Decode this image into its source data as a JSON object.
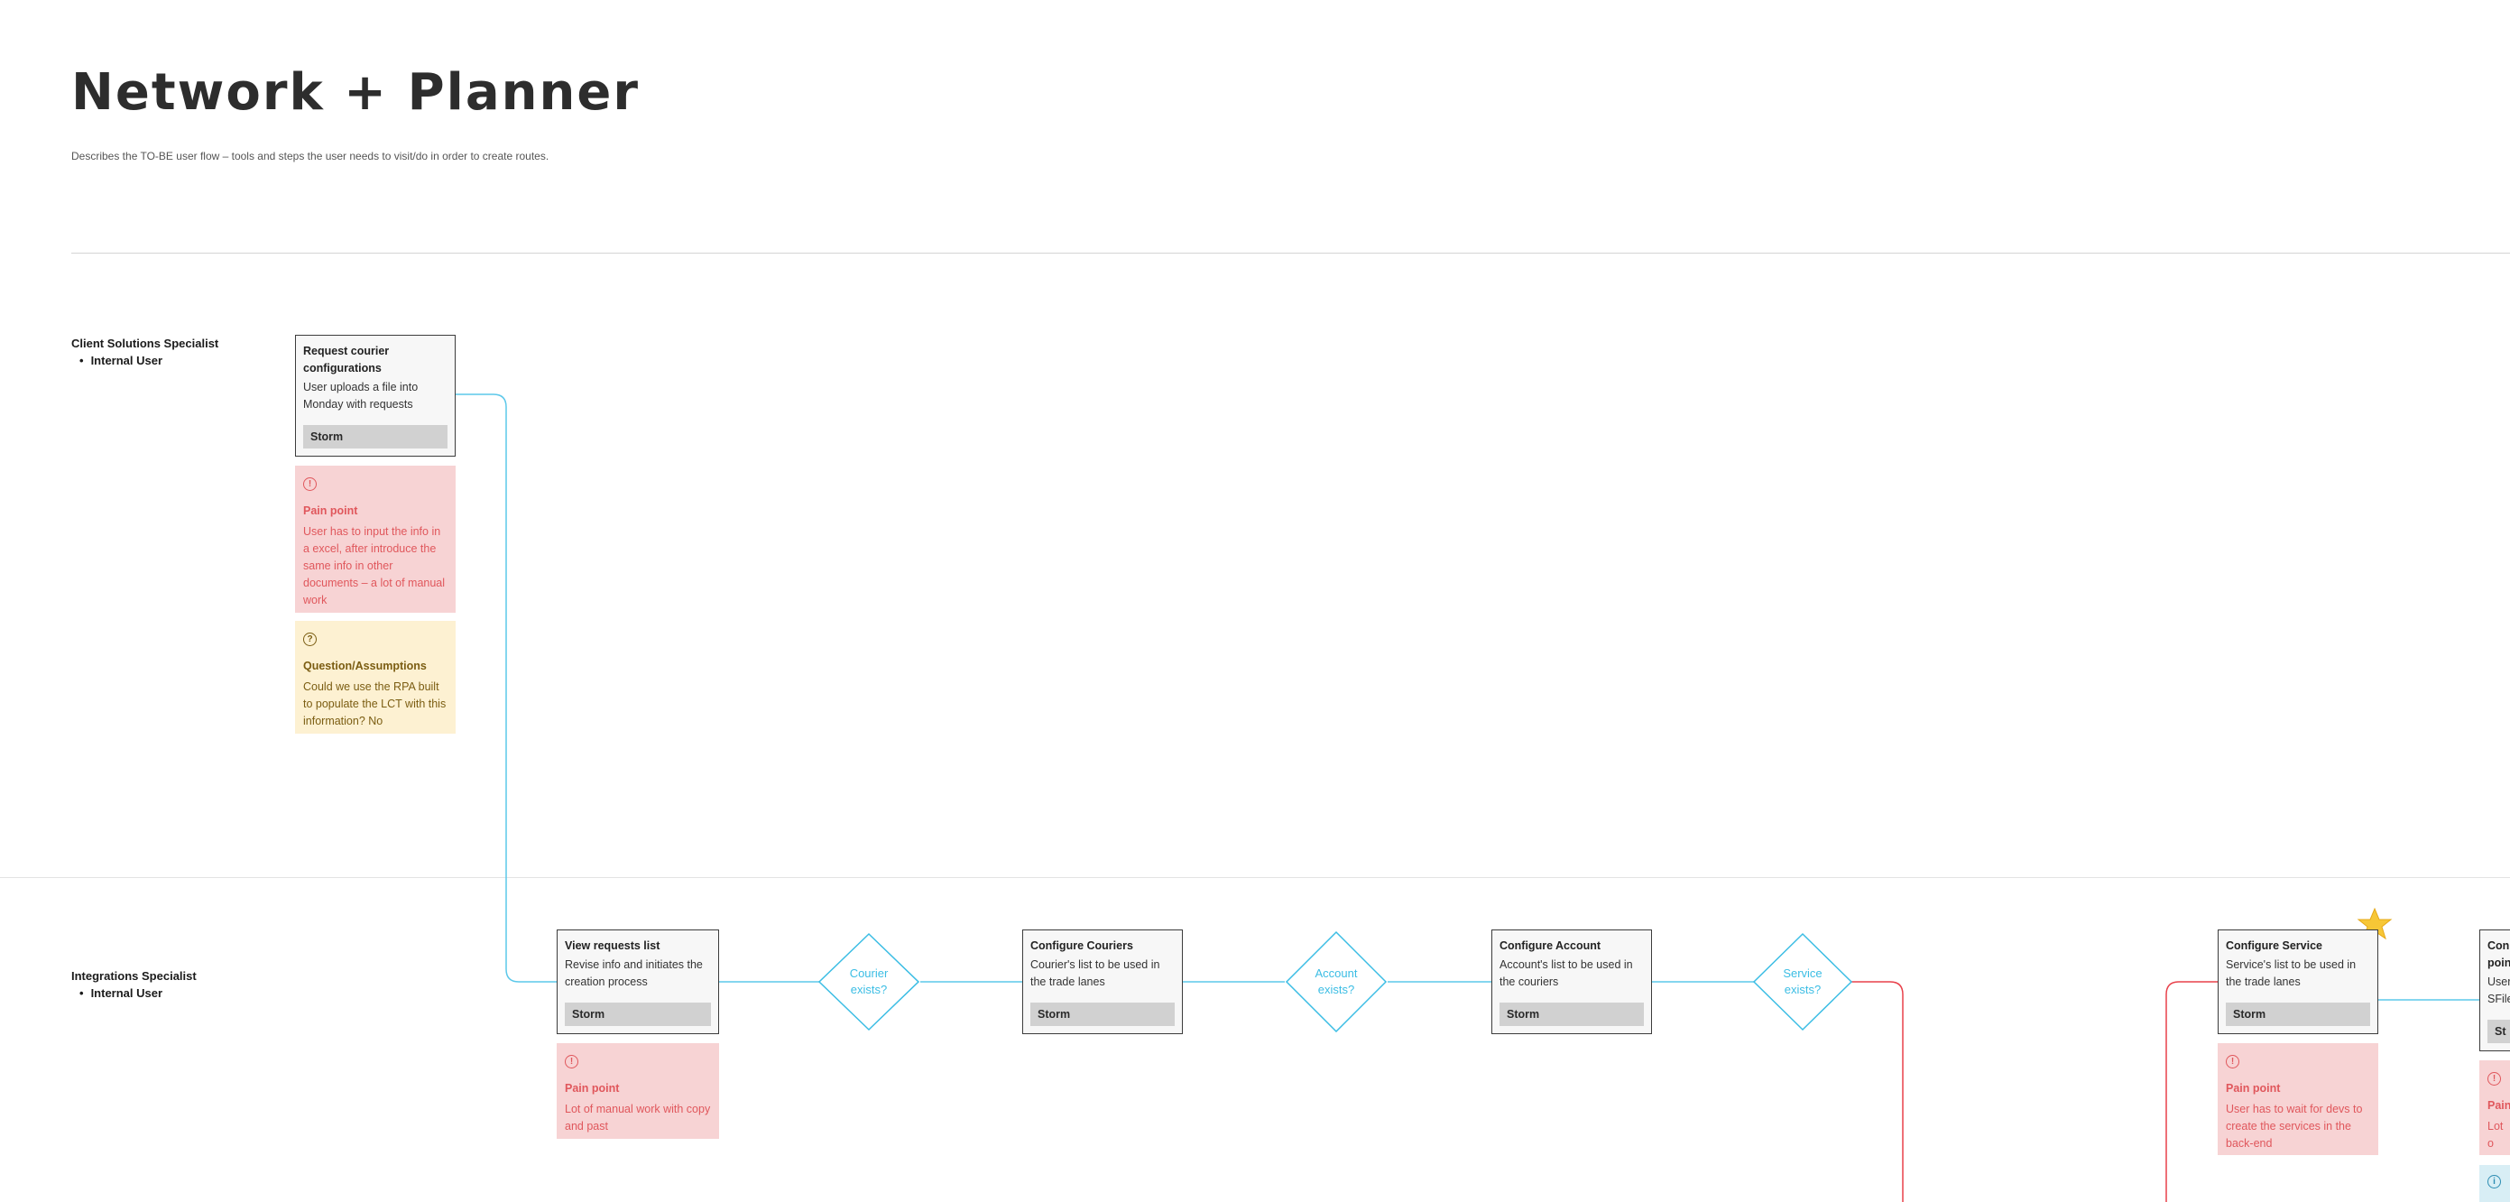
{
  "header": {
    "title": "Network + Planner",
    "description": "Describes the TO-BE user flow – tools and steps the user needs to visit/do in order to create routes."
  },
  "lanes": [
    {
      "role": "Client Solutions Specialist",
      "type": "Internal User"
    },
    {
      "role": "Integrations Specialist",
      "type": "Internal User"
    }
  ],
  "steps": {
    "request": {
      "title": "Request courier configurations",
      "desc": "User uploads a file into Monday with requests",
      "tool": "Storm"
    },
    "view": {
      "title": "View requests list",
      "desc": "Revise info and initiates the creation process",
      "tool": "Storm"
    },
    "couriers": {
      "title": "Configure Couriers",
      "desc": "Courier's list to be used in the trade lanes",
      "tool": "Storm"
    },
    "account": {
      "title": "Configure Account",
      "desc": "Account's list to be used in the couriers",
      "tool": "Storm"
    },
    "service": {
      "title": "Configure Service",
      "desc": "Service's list to be used in the trade lanes",
      "tool": "Storm"
    },
    "partial": {
      "title": "Con poin",
      "desc": "User SFile",
      "tool": "St"
    }
  },
  "decisions": {
    "courier": {
      "line1": "Courier",
      "line2": "exists?"
    },
    "account": {
      "line1": "Account",
      "line2": "exists?"
    },
    "service": {
      "line1": "Service",
      "line2": "exists?"
    }
  },
  "pains": {
    "request": {
      "label": "Pain point",
      "text": "User has to input the info in a excel, after introduce the same info in other documents – a lot of manual work"
    },
    "view": {
      "label": "Pain point",
      "text": "Lot of manual work with copy and past"
    },
    "service": {
      "label": "Pain point",
      "text": "User has to wait for devs to create the services in the back-end"
    },
    "partial": {
      "label": "Pain",
      "text": "Lot o copy"
    }
  },
  "questions": {
    "request": {
      "label": "Question/Assumptions",
      "text": "Could we use the RPA built to populate the LCT with this information? No"
    }
  },
  "colors": {
    "flow_line": "#5cc8ea",
    "no_line": "#e8404a",
    "pain_bg": "#f7d3d4",
    "question_bg": "#fdf1d2",
    "info_bg": "#d8eef5",
    "star": "#f7c736"
  },
  "icons": {
    "pain": "alert-circle-icon",
    "question": "question-circle-icon",
    "info": "info-circle-icon",
    "highlight": "star-icon"
  }
}
